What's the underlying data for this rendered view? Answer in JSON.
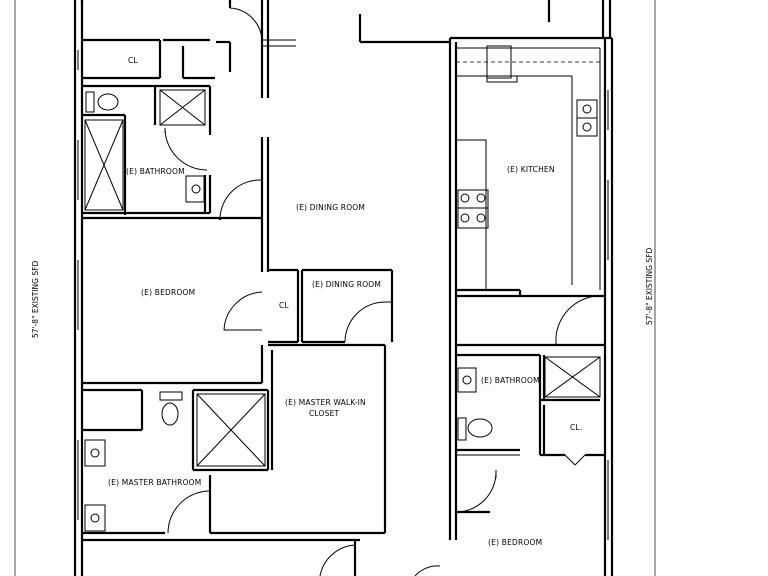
{
  "dimension_labels": {
    "left": "57'-8\" EXISTING SFD",
    "right": "57'-8\" EXISTING SFD"
  },
  "rooms": {
    "closet_top_left": "CL",
    "bathroom_top": "(E)  BATHROOM",
    "dining_room_main": "(E)  DINING ROOM",
    "kitchen": "(E)  KITCHEN",
    "bedroom_left": "(E)  BEDROOM",
    "closet_mid": "CL",
    "dining_room_small": "(E)  DINING ROOM",
    "master_closet_line1": "(E)    MASTER WALK-IN",
    "master_closet_line2": "CLOSET",
    "bathroom_right": "(E)  BATHROOM",
    "closet_right": "CL.",
    "master_bathroom": "(E)  MASTER BATHROOM",
    "bedroom_right": "(E)  BEDROOM"
  }
}
